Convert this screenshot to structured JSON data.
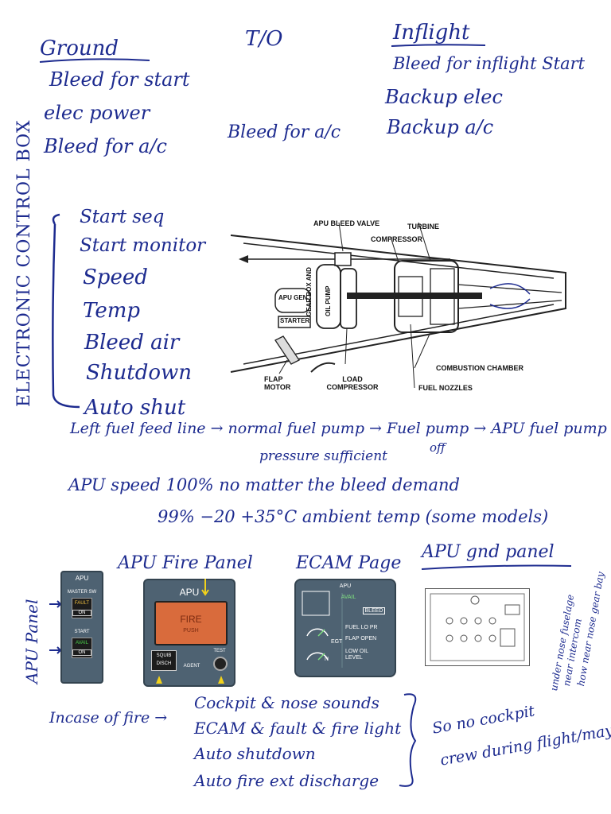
{
  "phases": {
    "ground": {
      "title": "Ground",
      "items": [
        "Bleed for start",
        "elec power",
        "Bleed for a/c"
      ]
    },
    "takeoff": {
      "title": "T/O",
      "items": [
        "Bleed for a/c"
      ]
    },
    "inflight": {
      "title": "Inflight",
      "items": [
        "Bleed for inflight Start",
        "Backup elec",
        "Backup a/c"
      ]
    }
  },
  "ecb": {
    "title": "ELECTRONIC CONTROL BOX",
    "items": [
      "Start seq",
      "Start monitor",
      "Speed",
      "Temp",
      "Bleed air",
      "Shutdown",
      "Auto shut"
    ]
  },
  "diagram": {
    "labels": {
      "bleed_valve": "APU BLEED VALVE",
      "turbine": "TURBINE",
      "compressor": "COMPRESSOR",
      "apu_gen": "APU GEN",
      "gear_box": "GEAR BOX AND",
      "oil_pump": "OIL PUMP",
      "starter": "STARTER",
      "combustion": "COMBUSTION CHAMBER",
      "flap_motor": "FLAP MOTOR",
      "load_compressor": "LOAD COMPRESSOR",
      "fuel_nozzles": "FUEL NOZZLES"
    }
  },
  "notes": {
    "fuel_line": "Left fuel feed line → normal fuel pump → Fuel pump → APU fuel pump",
    "fuel_sub1": "pressure sufficient",
    "fuel_sub2": "off",
    "speed_line": "APU speed  100%  no matter the bleed demand",
    "speed_line2": "99%   −20 +35°C ambient temp (some models)"
  },
  "panels": {
    "apu_panel_label": "APU Panel",
    "fire_panel_title": "APU Fire Panel",
    "ecam_title": "ECAM Page",
    "gnd_title": "APU gnd panel",
    "gnd_note": [
      "under nose fuselage",
      "near intercom",
      "how near nose gear bay"
    ],
    "apu_panel": {
      "header": "APU",
      "master": "MASTER SW",
      "fault": "FAULT",
      "on1": "ON",
      "start": "START",
      "avail": "AVAIL",
      "on2": "ON"
    },
    "fire_panel": {
      "header": "APU",
      "fire": "FIRE",
      "push": "PUSH",
      "squib": "SQUIB",
      "disch": "DISCH",
      "agent": "AGENT",
      "test": "TEST"
    },
    "ecam": {
      "header": "APU",
      "avail": "AVAIL",
      "bleed": "BLEED",
      "fuel_lo": "FUEL LO PR",
      "flap_open": "FLAP OPEN",
      "low_oil": "LOW OIL",
      "level": "LEVEL",
      "egt": "EGT",
      "n": "N"
    }
  },
  "fire": {
    "prefix": "Incase of fire →",
    "items": [
      "Cockpit & nose sounds",
      "ECAM & fault & fire light",
      "Auto shutdown",
      "Auto fire ext discharge"
    ],
    "conclusion": [
      "So no cockpit",
      "crew during flight/maybe"
    ]
  },
  "colors": {
    "ink": "#1d2b8f",
    "panel": "#4e6272",
    "fire_orange": "#d96b3c",
    "yellow": "#f2d21b"
  }
}
